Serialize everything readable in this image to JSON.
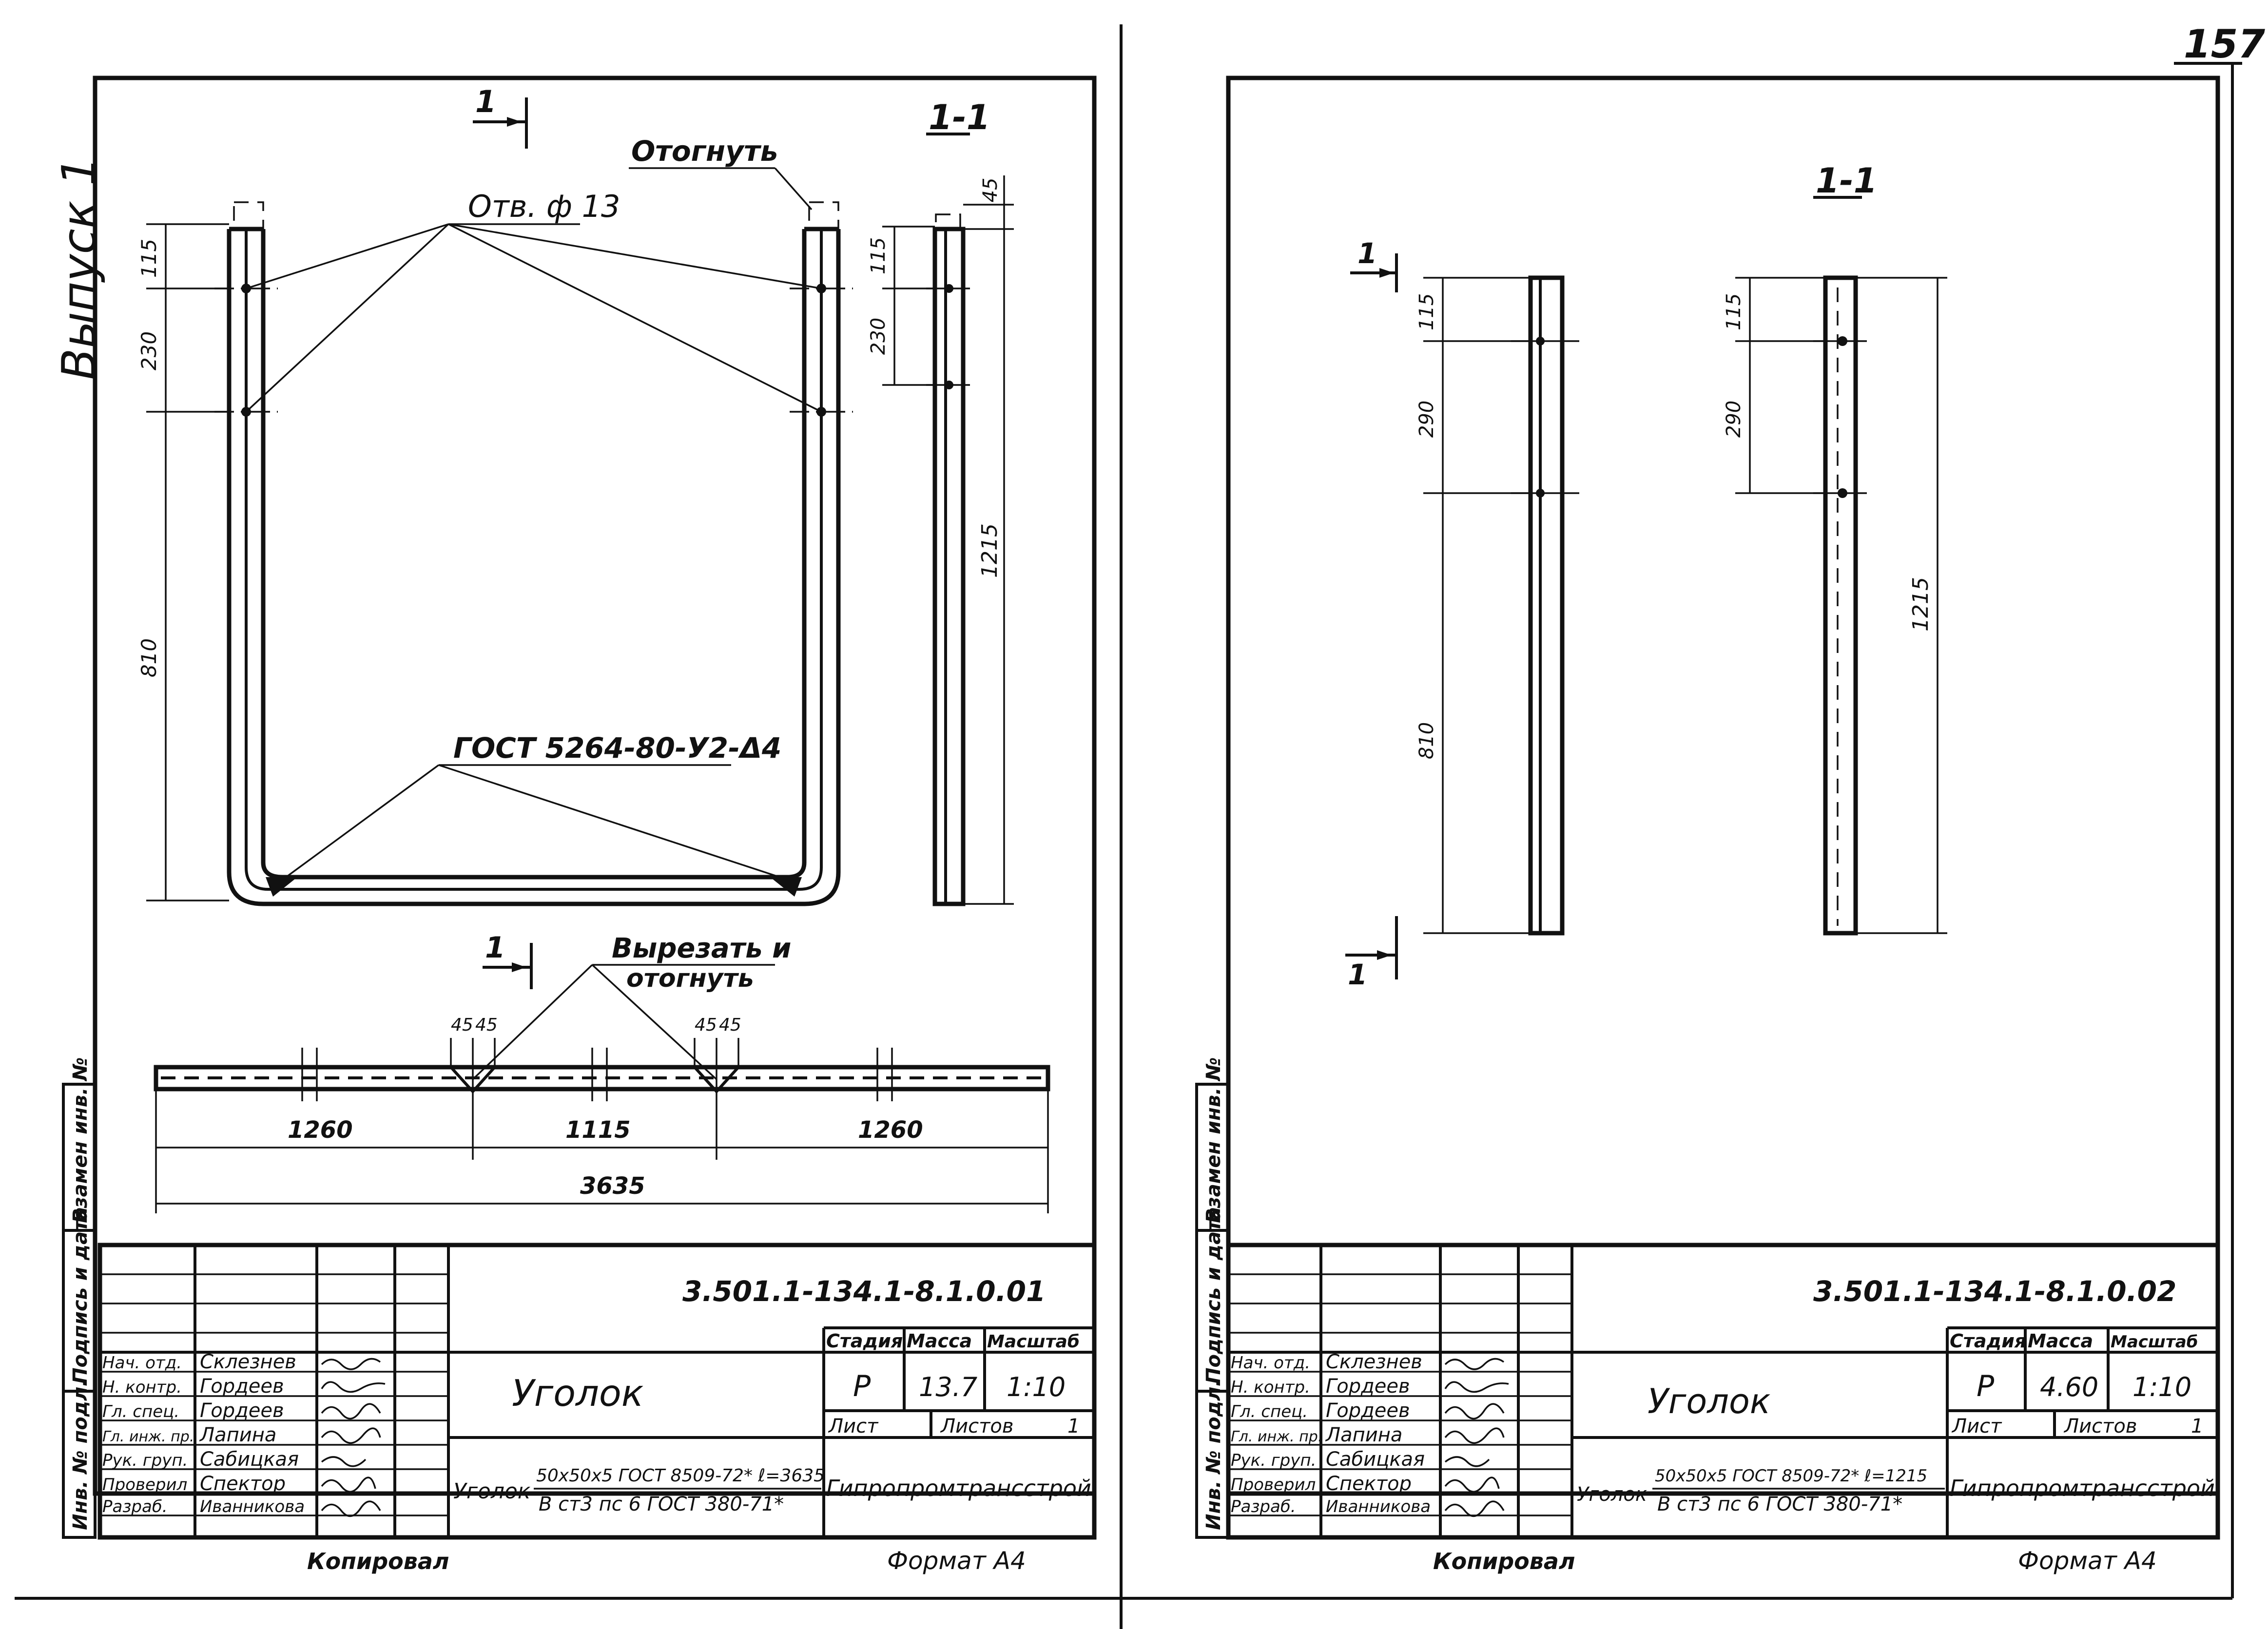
{
  "page_number": "157",
  "left": {
    "issue_label": "Выпуск 1",
    "section_mark": "1",
    "section_title": "1-1",
    "hole_label": "Отв. ф 13",
    "bend_label": "Отогнуть",
    "weld_label": "ГОСТ 5264-80-У2-Δ4",
    "cut_label_1": "Вырезать и",
    "cut_label_2": "отогнуть",
    "dims": {
      "d115": "115",
      "d230": "230",
      "d810": "810",
      "d1215": "1215",
      "d45": "45",
      "n45a": "45",
      "n45b": "45",
      "n45c": "45",
      "n45d": "45",
      "d1260a": "1260",
      "d1115": "1115",
      "d1260b": "1260",
      "d3635": "3635"
    },
    "title_block": {
      "doc_code": "3.501.1-134.1-8.1.0.01",
      "item_name": "Уголок",
      "stage_header": "Стадия",
      "mass_header": "Масса",
      "scale_header": "Масштаб",
      "stage": "Р",
      "mass": "13.7",
      "scale": "1:10",
      "sheet_label": "Лист",
      "sheets_label": "Листов",
      "sheets_count": "1",
      "material_prefix": "Уголок",
      "material_top": "50x50x5 ГОСТ 8509-72* ℓ=3635",
      "material_bottom": "В ст3 пс 6 ГОСТ 380-71*",
      "organization": "Гипропромтрансстрой",
      "copied": "Копировал",
      "format": "Формат А4",
      "rows": [
        {
          "role": "Нач. отд.",
          "name": "Склезнев"
        },
        {
          "role": "Н. контр.",
          "name": "Гордеев"
        },
        {
          "role": "Гл. спец.",
          "name": "Гордеев"
        },
        {
          "role": "Гл. инж. пр.",
          "name": "Лапина"
        },
        {
          "role": "Рук. груп.",
          "name": "Сабицкая"
        },
        {
          "role": "Проверил",
          "name": "Спектор"
        },
        {
          "role": "Разраб.",
          "name": "Иванникова"
        }
      ],
      "side_stamp_1": "Инв. № подл.",
      "side_stamp_2": "Подпись и дата",
      "side_stamp_3": "Взамен инв. №"
    }
  },
  "right": {
    "section_mark_top": "1",
    "section_mark_bottom": "1",
    "section_title": "1-1",
    "dims": {
      "d115a": "115",
      "d290a": "290",
      "d810": "810",
      "d115b": "115",
      "d290b": "290",
      "d1215": "1215"
    },
    "title_block": {
      "doc_code": "3.501.1-134.1-8.1.0.02",
      "item_name": "Уголок",
      "stage_header": "Стадия",
      "mass_header": "Масса",
      "scale_header": "Масштаб",
      "stage": "Р",
      "mass": "4.60",
      "scale": "1:10",
      "sheet_label": "Лист",
      "sheets_label": "Листов",
      "sheets_count": "1",
      "material_prefix": "Уголок",
      "material_top": "50x50x5 ГОСТ 8509-72* ℓ=1215",
      "material_bottom": "В ст3 пс 6 ГОСТ 380-71*",
      "organization": "Гипропромтрансстрой",
      "copied": "Копировал",
      "format": "Формат А4",
      "rows": [
        {
          "role": "Нач. отд.",
          "name": "Склезнев"
        },
        {
          "role": "Н. контр.",
          "name": "Гордеев"
        },
        {
          "role": "Гл. спец.",
          "name": "Гордеев"
        },
        {
          "role": "Гл. инж. пр.",
          "name": "Лапина"
        },
        {
          "role": "Рук. груп.",
          "name": "Сабицкая"
        },
        {
          "role": "Проверил",
          "name": "Спектор"
        },
        {
          "role": "Разраб.",
          "name": "Иванникова"
        }
      ],
      "side_stamp_1": "Инв. № подл.",
      "side_stamp_2": "Подпись и дата",
      "side_stamp_3": "Взамен инв. №"
    }
  }
}
